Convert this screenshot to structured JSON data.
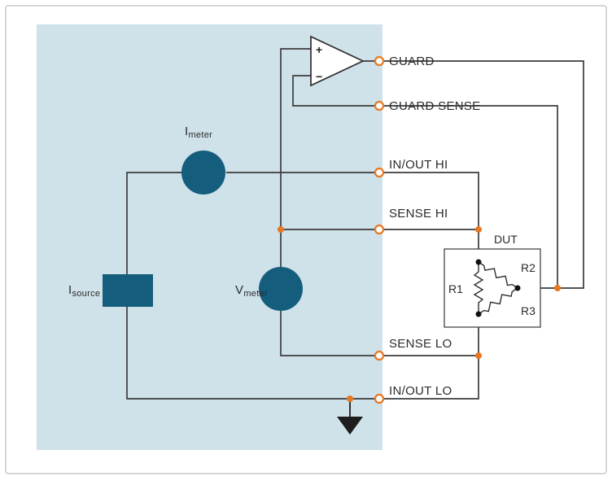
{
  "diagram": {
    "type": "circuit-schematic",
    "description": "Guarded four-wire source-measure configuration driving a DUT resistor network",
    "terminals": [
      {
        "id": "guard",
        "label": "GUARD"
      },
      {
        "id": "guard-sense",
        "label": "GUARD SENSE"
      },
      {
        "id": "in-out-hi",
        "label": "IN/OUT HI"
      },
      {
        "id": "sense-hi",
        "label": "SENSE HI"
      },
      {
        "id": "sense-lo",
        "label": "SENSE LO"
      },
      {
        "id": "in-out-lo",
        "label": "IN/OUT LO"
      }
    ],
    "components": {
      "i_meter": {
        "base": "I",
        "sub": "meter"
      },
      "i_source": {
        "base": "I",
        "sub": "source"
      },
      "v_meter": {
        "base": "V",
        "sub": "meter"
      },
      "opamp": {
        "plus": "+",
        "minus": "−"
      },
      "dut": {
        "label": "DUT",
        "resistors": [
          "R1",
          "R2",
          "R3"
        ]
      }
    },
    "colors": {
      "instrument_region": "#cfe1e9",
      "component_fill": "#155d7d",
      "terminal_accent": "#e87722",
      "wire": "#3c3c3c",
      "text": "#2b2b2b"
    }
  }
}
